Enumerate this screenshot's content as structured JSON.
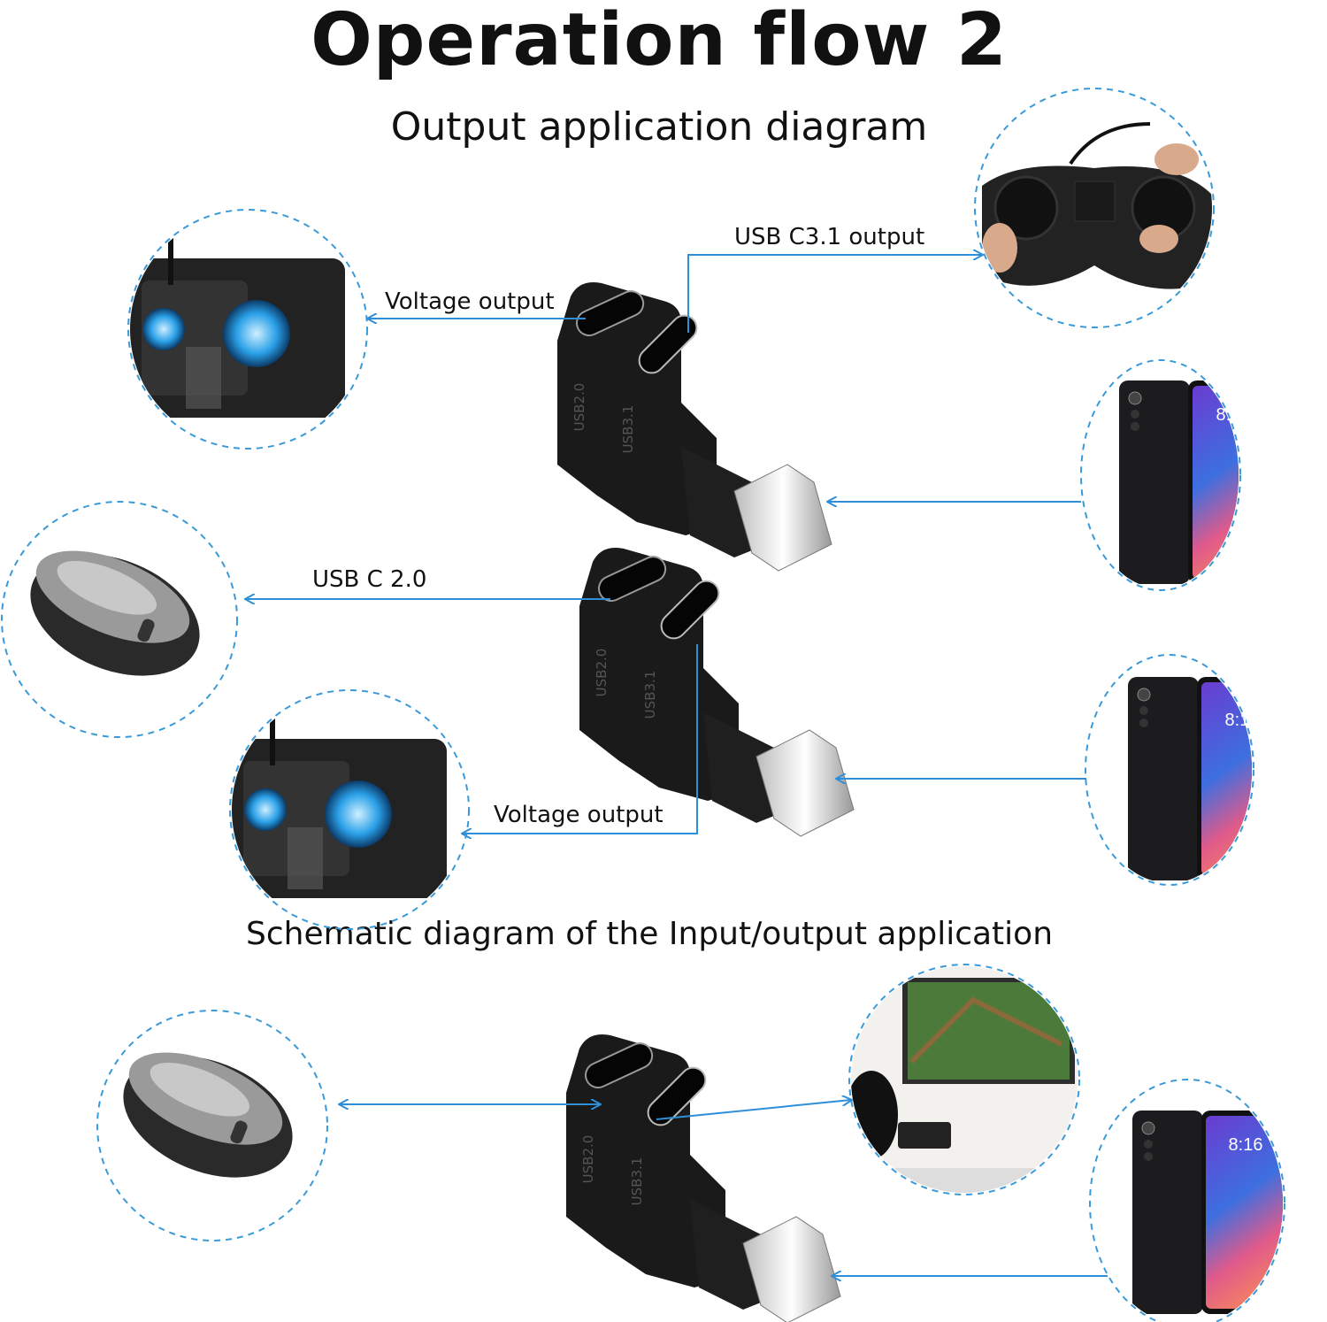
{
  "title": "Operation flow 2",
  "subtitle": "Output application diagram",
  "section2_title": "Schematic diagram of the Input/output application",
  "labels": {
    "voltage_output_1": "Voltage output",
    "usb_c31_output": "USB C3.1 output",
    "usb_c20": "USB C 2.0",
    "voltage_output_2": "Voltage output"
  },
  "adapter": {
    "port_a": "USB2.0",
    "port_b": "USB3.1"
  },
  "phone_clock": "8:16",
  "colors": {
    "arrow": "#2e8fd8",
    "circle": "#3a9ad9",
    "adapter": "#1a1a1a"
  }
}
